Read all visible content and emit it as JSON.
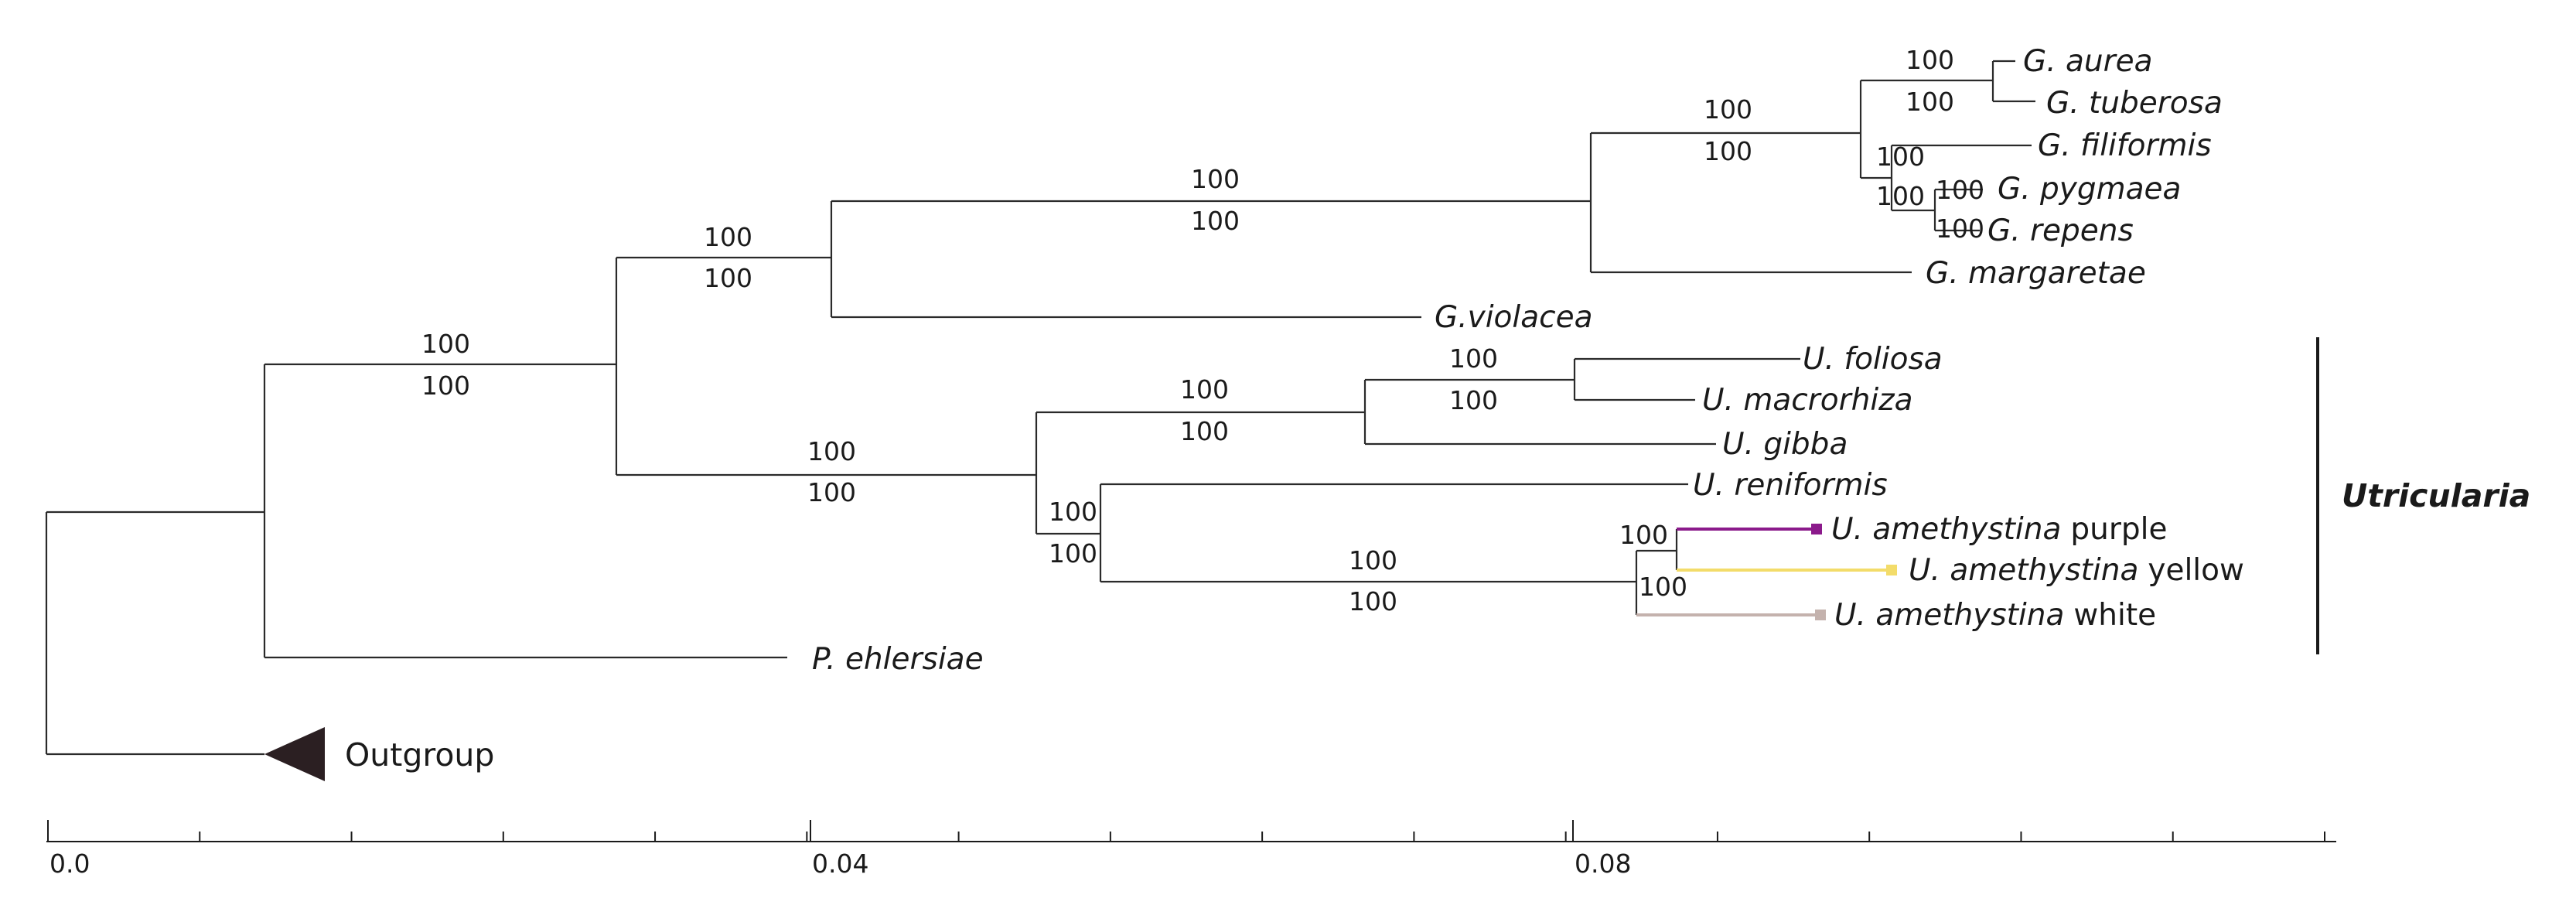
{
  "taxa": {
    "g_aurea": "G. aurea",
    "g_tuberosa": "G. tuberosa",
    "g_filiformis": "G. filiformis",
    "g_pygmaea": "G. pygmaea",
    "g_repens": "G. repens",
    "g_margaretae": "G. margaretae",
    "g_violacea": "G.violacea",
    "u_foliosa": "U. foliosa",
    "u_macrorhiza": "U. macrorhiza",
    "u_gibba": "U. gibba",
    "u_reniformis": "U. reniformis",
    "u_amethystina_purple": {
      "species": "U. amethystina",
      "variant": "purple"
    },
    "u_amethystina_yellow": {
      "species": "U. amethystina",
      "variant": "yellow"
    },
    "u_amethystina_white": {
      "species": "U. amethystina",
      "variant": "white"
    },
    "p_ehlersiae": "P. ehlersiae"
  },
  "outgroup_label": "Outgroup",
  "clade_label": "Utricularia",
  "support": {
    "root_ingroup": [
      "100",
      "100"
    ],
    "genlisea_utricularia": [
      "100",
      "100"
    ],
    "genlisea_core": [
      "100",
      "100"
    ],
    "genlisea_crown": [
      "100",
      "100"
    ],
    "aurea_tuberosa": [
      "100",
      "100"
    ],
    "filiformis_clade": [
      "100",
      "100"
    ],
    "pygmaea_repens": [
      "100",
      "100"
    ],
    "utricularia": [
      "100",
      "100"
    ],
    "foliosa_clade": [
      "100",
      "100"
    ],
    "foliosa_macrorhiza": [
      "100",
      "100"
    ],
    "reniformis_clade": [
      "100",
      "100"
    ],
    "amethystina_clade": [
      "100",
      "100"
    ],
    "amethystina_inner": [
      "100",
      "100"
    ]
  },
  "colors": {
    "purple": "#8b1a8b",
    "yellow": "#f3dc6a",
    "white": "#c4b2ad",
    "outgroup": "#2b1f22"
  },
  "scale_axis": {
    "tick_labels": [
      "0.0",
      "0.04",
      "0.08"
    ],
    "range": [
      0.0,
      0.12
    ],
    "minor_step": 0.008
  }
}
